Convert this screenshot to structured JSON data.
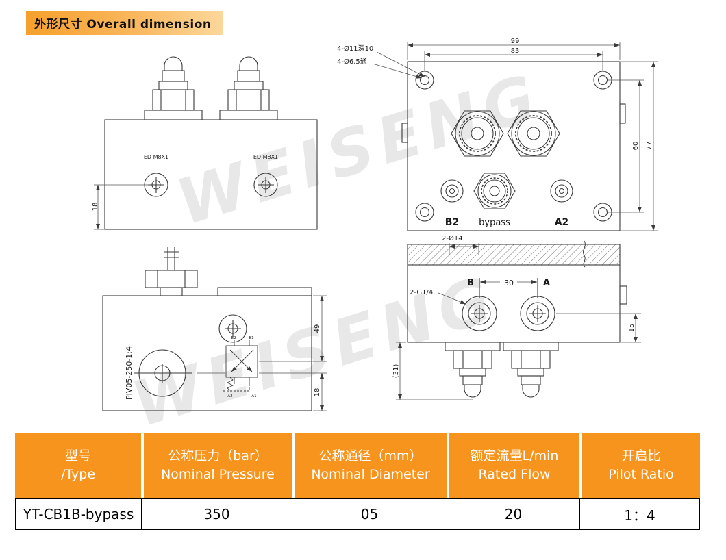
{
  "header": {
    "title": "外形尺寸 Overall dimension"
  },
  "watermark": {
    "text": "WEISENG"
  },
  "drawings": {
    "front_view": {
      "port_label_left": "ED M8X1",
      "port_label_right": "ED M8X1",
      "dim_height": "18"
    },
    "top_view": {
      "hole_label_1": "4-Ø11深10",
      "hole_label_2": "4-Ø6.5通",
      "dim_width_outer": "99",
      "dim_width_inner": "83",
      "dim_height_inner": "60",
      "dim_height_outer": "77",
      "port_b2": "B2",
      "port_bypass": "bypass",
      "port_a2": "A2"
    },
    "side_view": {
      "model_label": "PIV05-250-1:4",
      "dim_top": "49",
      "dim_bottom": "18",
      "schematic": [
        "B2",
        "B1",
        "A2",
        "A1"
      ]
    },
    "section_view": {
      "dim_label_top": "2-Ø14",
      "port_b": "B",
      "port_a": "A",
      "dim_span": "30",
      "thread_label": "2-G1/4",
      "dim_left": "(31)",
      "dim_side": "15"
    }
  },
  "table": {
    "headers": [
      {
        "line1": "型号",
        "line2": "/Type"
      },
      {
        "line1": "公称压力（bar）",
        "line2": "Nominal Pressure"
      },
      {
        "line1": "公称通径（mm）",
        "line2": "Nominal Diameter"
      },
      {
        "line1": "额定流量L/min",
        "line2": "Rated Flow"
      },
      {
        "line1": "开启比",
        "line2": "Pilot Ratio"
      }
    ],
    "row": {
      "type": "YT-CB1B-bypass",
      "pressure": "350",
      "diameter": "05",
      "flow": "20",
      "ratio": "1：4"
    }
  }
}
